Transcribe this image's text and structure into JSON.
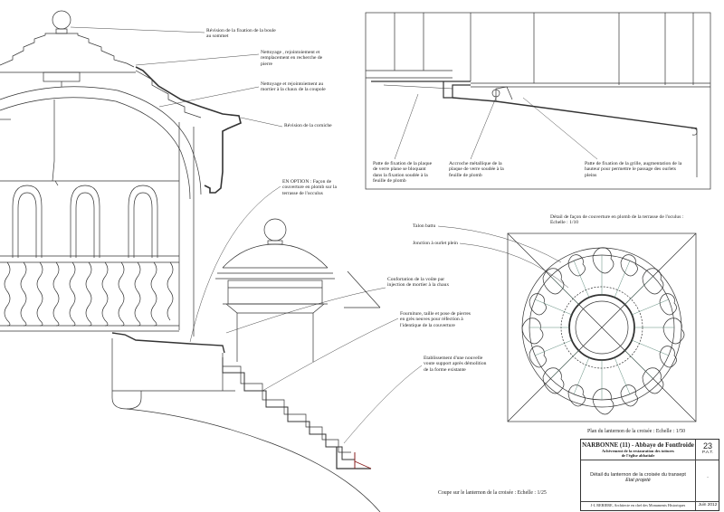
{
  "sheet": {
    "annotations": {
      "boule": "Révision de la fixation de la boule au sommet",
      "nettoyage_pierre": "Nettoyage , rejointoiement et remplacement en recherche de pierre",
      "nettoyage_coupole": "Nettoyage et rejointoiement au mortier à la chaux de la coupole",
      "corniche": "Révision de la corniche",
      "option_plomb": "EN OPTION : Façon de couverture en plomb sur la terrasse de l'occulus",
      "confortation": "Confortation de la voûte par injection de mortier à la chaux",
      "fourniture": "Fourniture, taille et pose de pierres en grès neuves pour réfection à l'identique de la couverture",
      "voute_support": "Etablissement d'une nouvelle voute support après démolition de la forme existante"
    },
    "detail_annotations": {
      "patte_verre": "Patte de fixation de la plaque de verre plane se bloquant dans la fixation soudée à la feuille de plomb",
      "accroche": "Accroche métallique de la plaque de verre soudée à la feuille de plomb",
      "patte_grille": "Patte de fixation de la grille, augmentation de la hauteur pour permettre le passage des ourlets pleins"
    },
    "plan_annotations": {
      "detail_title": "Détail de façon de couverture en plomb de la terrasse de l'oculus : Echelle : 1/10",
      "talon": "Talon battu",
      "jonction": "Jonction à ourlet plein"
    },
    "captions": {
      "plan": "Plan du lanternon de la croisée : Echelle : 1/50",
      "coupe": "Coupe sur le lanternon de la croisée : Echelle : 1/25"
    },
    "cartouche": {
      "title": "NARBONNE (11) - Abbaye de Fontfroide",
      "subtitle_1": "Achèvement de la restauration des toitures",
      "subtitle_2": "de l'église abbatiale",
      "drawing_title": "Détail du lanternon de la croisée du transept",
      "state": "Etat projeté",
      "architect": "J-L REBIERE, Architecte en chef des Monuments Historiques",
      "sheet_number": "23",
      "phase": "P.A.T.",
      "revision": "-",
      "date": "Juin 2012"
    }
  }
}
